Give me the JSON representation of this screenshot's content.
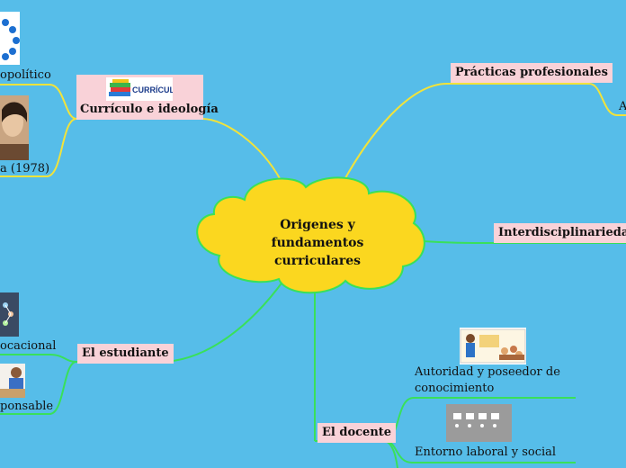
{
  "center": {
    "line1": "Origenes y",
    "line2": "fundamentos",
    "line3": "curriculares"
  },
  "branches": {
    "curriculo": {
      "label": "Currículo e ideología",
      "image_text": "CURRÍCULO"
    },
    "practicas": {
      "label": "Prácticas profesionales"
    },
    "interdisciplinariedad": {
      "label": "Interdisciplinariedad"
    },
    "estudiante": {
      "label": "El estudiante"
    },
    "docente": {
      "label": "El docente"
    }
  },
  "leaves": {
    "sociopolitico": "opolítico",
    "author_1978": "a (1978)",
    "practicas_child": "A",
    "vocacional": "ocacional",
    "responsable": "ponsable",
    "autoridad_line1": "Autoridad y poseedor de",
    "autoridad_line2": "conocimiento",
    "entorno": "Entorno laboral y social"
  },
  "colors": {
    "background": "#56bde9",
    "central": "#fbd71f",
    "branch_fill": "#f9d2d8",
    "yellow_line": "#f2e33a",
    "green_line": "#39e05a"
  }
}
